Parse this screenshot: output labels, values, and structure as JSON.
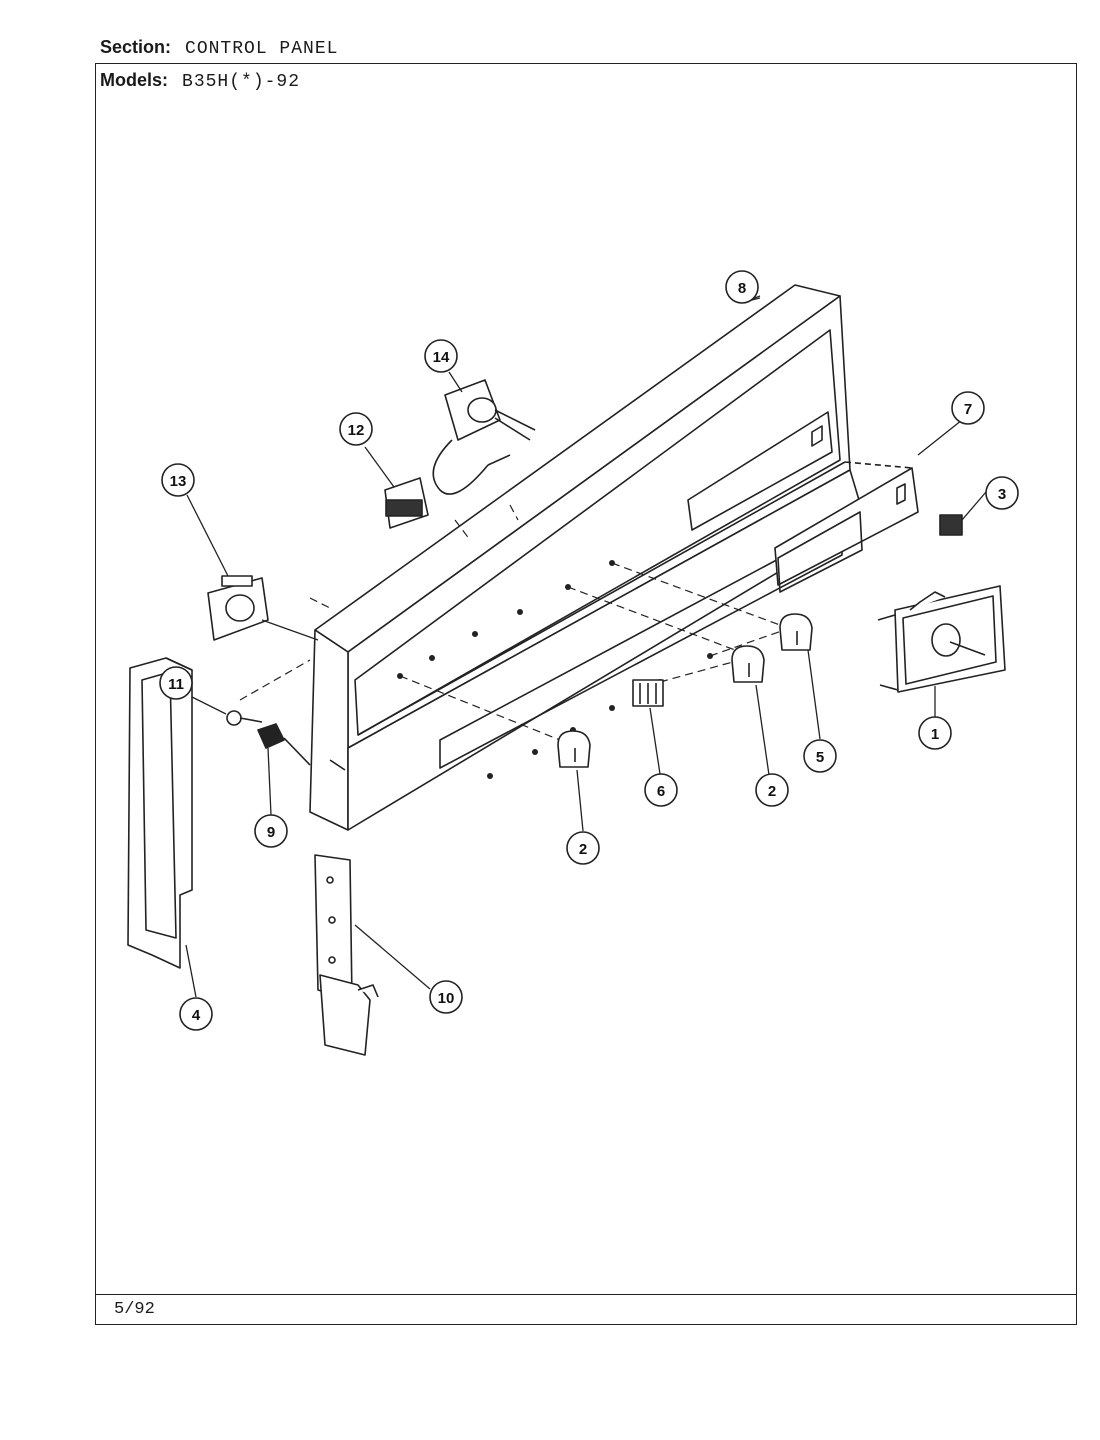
{
  "header": {
    "section_label": "Section:",
    "section_value": "CONTROL PANEL",
    "models_label": "Models:",
    "models_value": "B35H(*)-92"
  },
  "footer": {
    "date_code": "5/92"
  },
  "callouts": [
    "1",
    "2",
    "2",
    "3",
    "4",
    "5",
    "6",
    "7",
    "8",
    "9",
    "10",
    "11",
    "12",
    "13",
    "14"
  ]
}
